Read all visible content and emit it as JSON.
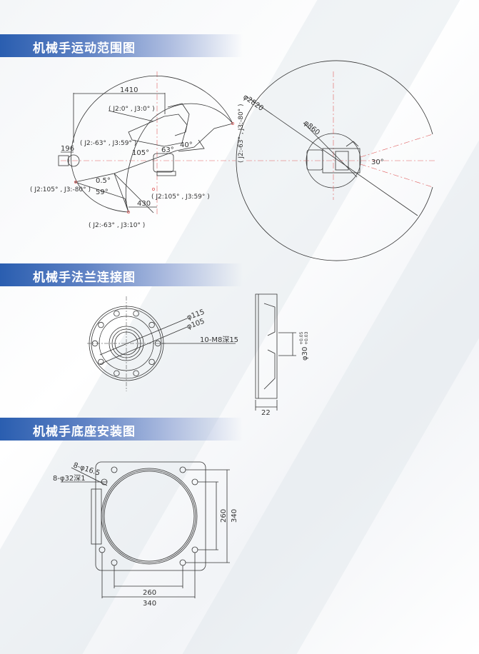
{
  "sections": {
    "motion_range": {
      "title": "机械手运动范围图",
      "side_view": {
        "dim_reach": "1410",
        "dim_rear": "196",
        "dim_low": "430",
        "angle_105": "105°",
        "angle_63": "63°",
        "angle_40": "40°",
        "angle_05": "0.5°",
        "angle_59": "59°",
        "pose_1": "( J2:0° , J3:0° )",
        "pose_2": "( J2:-63° , J3:59° )",
        "pose_3": "( J2:105° , J3:-80° )",
        "pose_4": "( J2:105° , J3:59° )",
        "pose_5": "( J2:-63° , J3:10° )",
        "pose_6": "( J2:-63° , J3:-80° )"
      },
      "top_view": {
        "dim_outer": "φ2820",
        "dim_inner": "φ860",
        "angle": "30°"
      }
    },
    "flange": {
      "title": "机械手法兰连接图",
      "dim_115": "φ115",
      "dim_105": "φ105",
      "holes": "10-M8深15",
      "bore": "φ30",
      "bore_tol_upper": "+0.05",
      "bore_tol_lower": "+0.03",
      "thickness": "22"
    },
    "base": {
      "title": "机械手底座安装图",
      "hole_spec_1": "8-φ16.5",
      "hole_spec_2": "8-φ32深1",
      "dim_inner_v": "260",
      "dim_outer_v": "340",
      "dim_inner_h": "260",
      "dim_outer_h": "340"
    }
  },
  "colors": {
    "header": "#2a5eb0",
    "centerline": "#e06060",
    "line": "#333333"
  }
}
